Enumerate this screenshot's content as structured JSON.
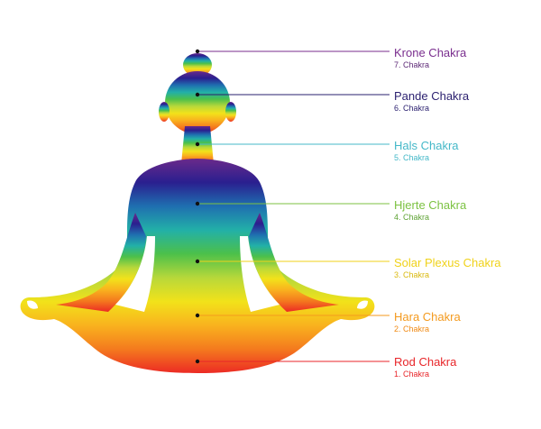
{
  "chakras": [
    {
      "name": "Krone Chakra",
      "number": "7. Chakra",
      "color": "#7a2e8e",
      "num_color": "#5e2a77"
    },
    {
      "name": "Pande Chakra",
      "number": "6. Chakra",
      "color": "#2a1f6f",
      "num_color": "#2a1f6f"
    },
    {
      "name": "Hals Chakra",
      "number": "5. Chakra",
      "color": "#44b8c8",
      "num_color": "#44b8c8"
    },
    {
      "name": "Hjerte Chakra",
      "number": "4. Chakra",
      "color": "#7cc242",
      "num_color": "#5fa336"
    },
    {
      "name": "Solar Plexus Chakra",
      "number": "3. Chakra",
      "color": "#f0d21a",
      "num_color": "#d9b90f"
    },
    {
      "name": "Hara Chakra",
      "number": "2. Chakra",
      "color": "#f49a1e",
      "num_color": "#f08a14"
    },
    {
      "name": "Rod Chakra",
      "number": "1. Chakra",
      "color": "#e8262a",
      "num_color": "#e8262a"
    }
  ],
  "figure_gradient": [
    "#6a2a8a",
    "#2a1f8f",
    "#1f6fb0",
    "#22b0a8",
    "#4cc04a",
    "#b8d83a",
    "#f2e21a",
    "#f9b21e",
    "#f47a1e",
    "#ec2a24"
  ]
}
